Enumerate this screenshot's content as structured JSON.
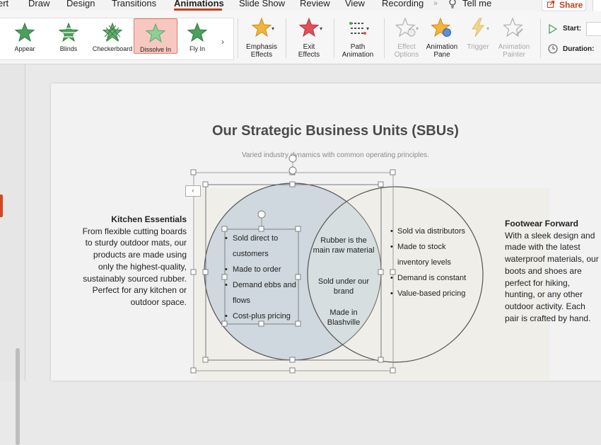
{
  "menu": {
    "items": [
      "ert",
      "Draw",
      "Design",
      "Transitions",
      "Animations",
      "Slide Show",
      "Review",
      "View",
      "Recording",
      "Tell me"
    ],
    "active": "Animations",
    "share_label": "Share"
  },
  "ribbon": {
    "gallery": [
      {
        "label": "Appear",
        "icon": "appear-star-icon"
      },
      {
        "label": "Blinds",
        "icon": "blinds-star-icon"
      },
      {
        "label": "Checkerboard",
        "icon": "checkerboard-star-icon"
      },
      {
        "label": "Dissolve In",
        "icon": "dissolve-star-icon",
        "selected": true
      },
      {
        "label": "Fly In",
        "icon": "flyin-star-icon"
      }
    ],
    "emphasis_label_1": "Emphasis",
    "emphasis_label_2": "Effects",
    "exit_label_1": "Exit",
    "exit_label_2": "Effects",
    "path_label_1": "Path",
    "path_label_2": "Animation",
    "effect_options_label_1": "Effect",
    "effect_options_label_2": "Options",
    "animation_pane_label_1": "Animation",
    "animation_pane_label_2": "Pane",
    "trigger_label": "Trigger",
    "painter_label_1": "Animation",
    "painter_label_2": "Painter",
    "start_label": "Start:",
    "duration_label": "Duration:",
    "colors": {
      "star_green": "#4aa05a",
      "star_gold": "#f2b43a",
      "star_red": "#e0505a",
      "accent": "#c43e1c"
    }
  },
  "slide": {
    "title": "Our Strategic Business Units (SBUs)",
    "subtitle": "Varied industry dynamics with common operating principles.",
    "left_heading": "Kitchen Essentials",
    "left_body": "From flexible cutting boards to sturdy outdoor mats, our products are made using only the highest-quality, sustainably sourced rubber. Perfect for any kitchen or outdoor space.",
    "right_heading": "Footwear Forward",
    "right_body": "With a sleek design and made with the latest waterproof materials, our boots and shoes are perfect for hiking, hunting, or any other outdoor activity. Each pair is crafted by hand.",
    "left_circle_items": [
      "Sold direct to customers",
      "Made to order",
      "Demand ebbs and flows",
      "Cost-plus pricing"
    ],
    "overlap_items": [
      "Rubber is the main raw material",
      "Sold under our brand",
      "Made in Blashville"
    ],
    "right_circle_items": [
      "Sold via distributors",
      "Made to stock inventory levels",
      "Demand is constant",
      "Value-based pricing"
    ],
    "colors": {
      "left_circle_fill": "#c8d3dc",
      "circle_stroke": "#555555"
    }
  }
}
